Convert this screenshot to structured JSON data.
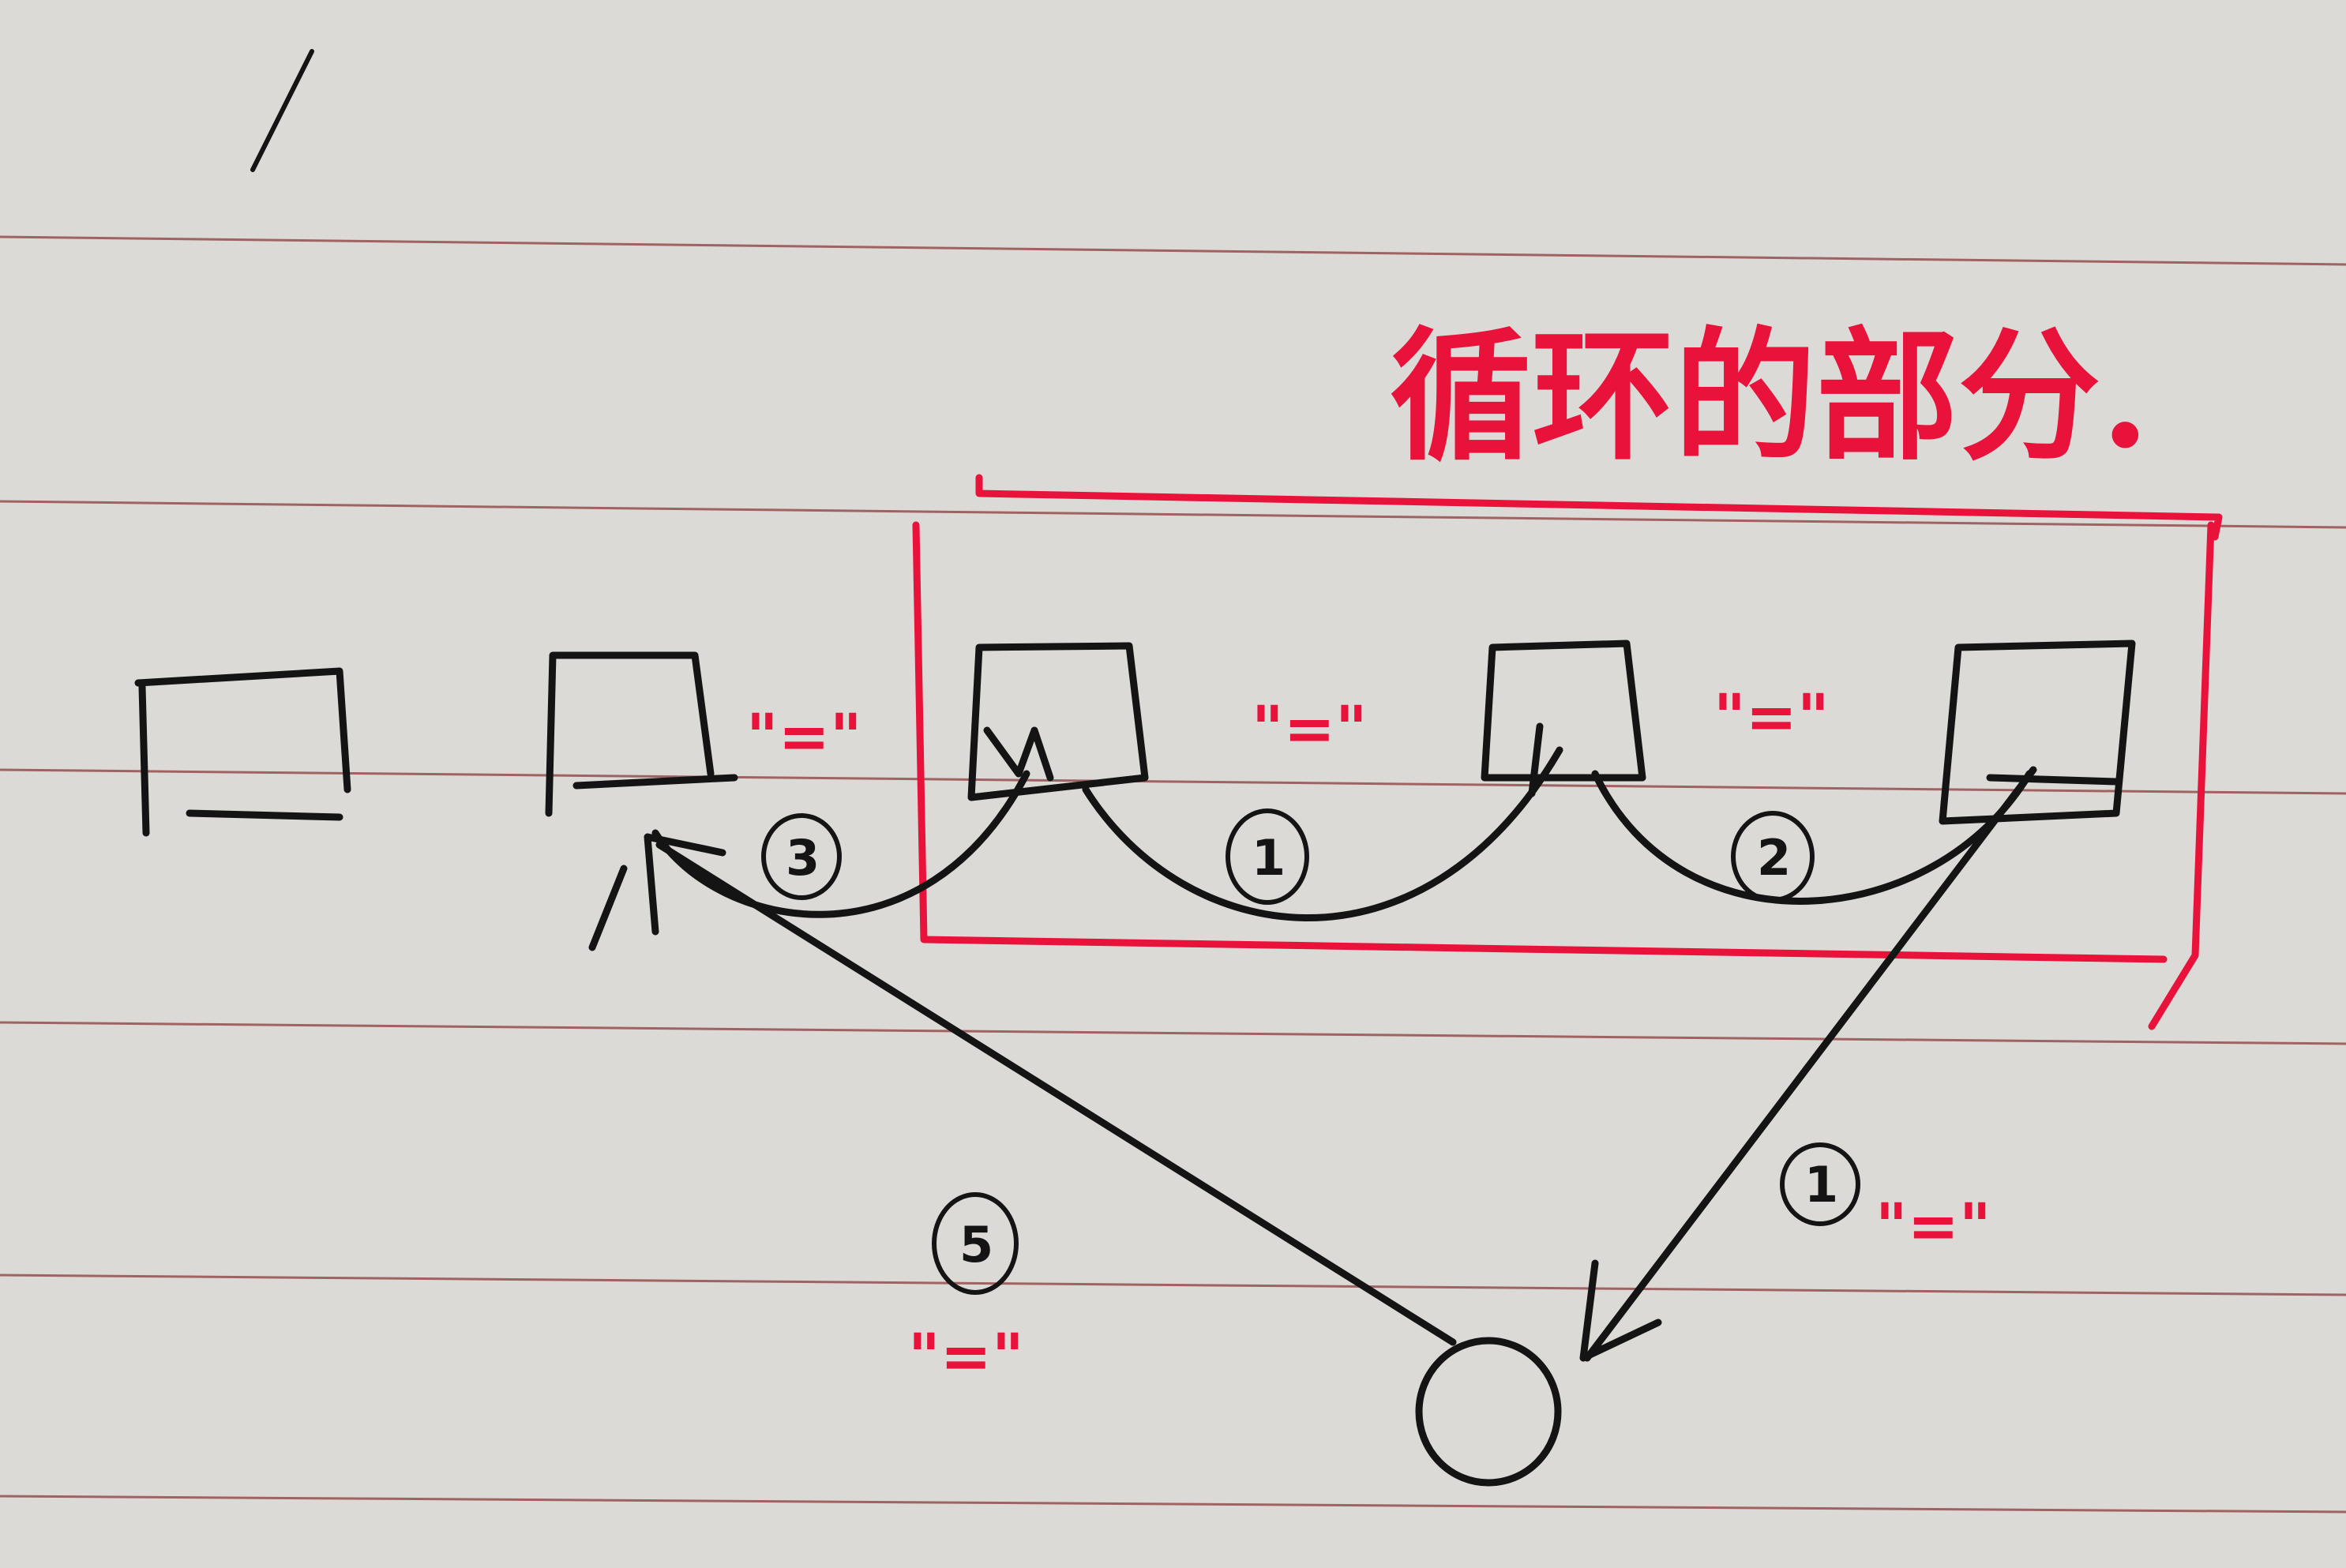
{
  "title": "循环的部分.",
  "connectors": [
    {
      "number": "3",
      "mark": "\"=\""
    },
    {
      "number": "1",
      "mark": "\"=\""
    },
    {
      "number": "2",
      "mark": "\"=\""
    },
    {
      "number": "1",
      "mark": "\"=\""
    },
    {
      "number": "5",
      "mark": "\"=\""
    }
  ],
  "colors": {
    "ink": "#141414",
    "highlight": "#e8123a",
    "paper": "#dcdad6",
    "rule": "#8a3c3c"
  }
}
